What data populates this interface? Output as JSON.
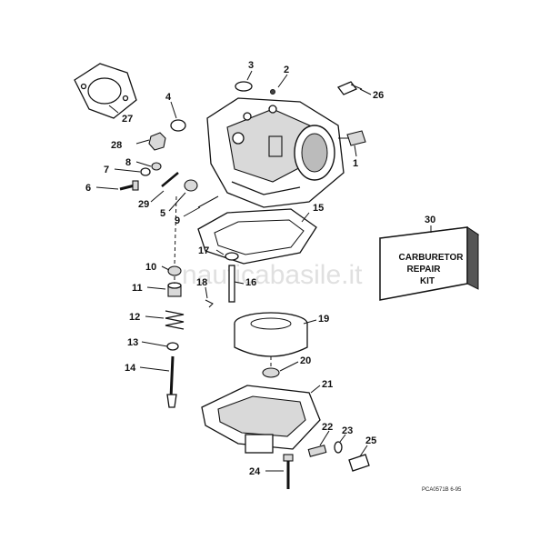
{
  "diagram": {
    "part_numbers": [
      "1",
      "2",
      "3",
      "4",
      "5",
      "6",
      "7",
      "8",
      "9",
      "10",
      "11",
      "12",
      "13",
      "14",
      "15",
      "16",
      "17",
      "18",
      "19",
      "20",
      "21",
      "22",
      "23",
      "24",
      "25",
      "26",
      "27",
      "28",
      "29",
      "30"
    ],
    "kit_box": {
      "number": "30",
      "lines": [
        "CARBURETOR",
        "REPAIR",
        "KIT"
      ]
    },
    "figure_code": "PCA0571B   6-95",
    "watermark": "nauticabasile.it"
  }
}
